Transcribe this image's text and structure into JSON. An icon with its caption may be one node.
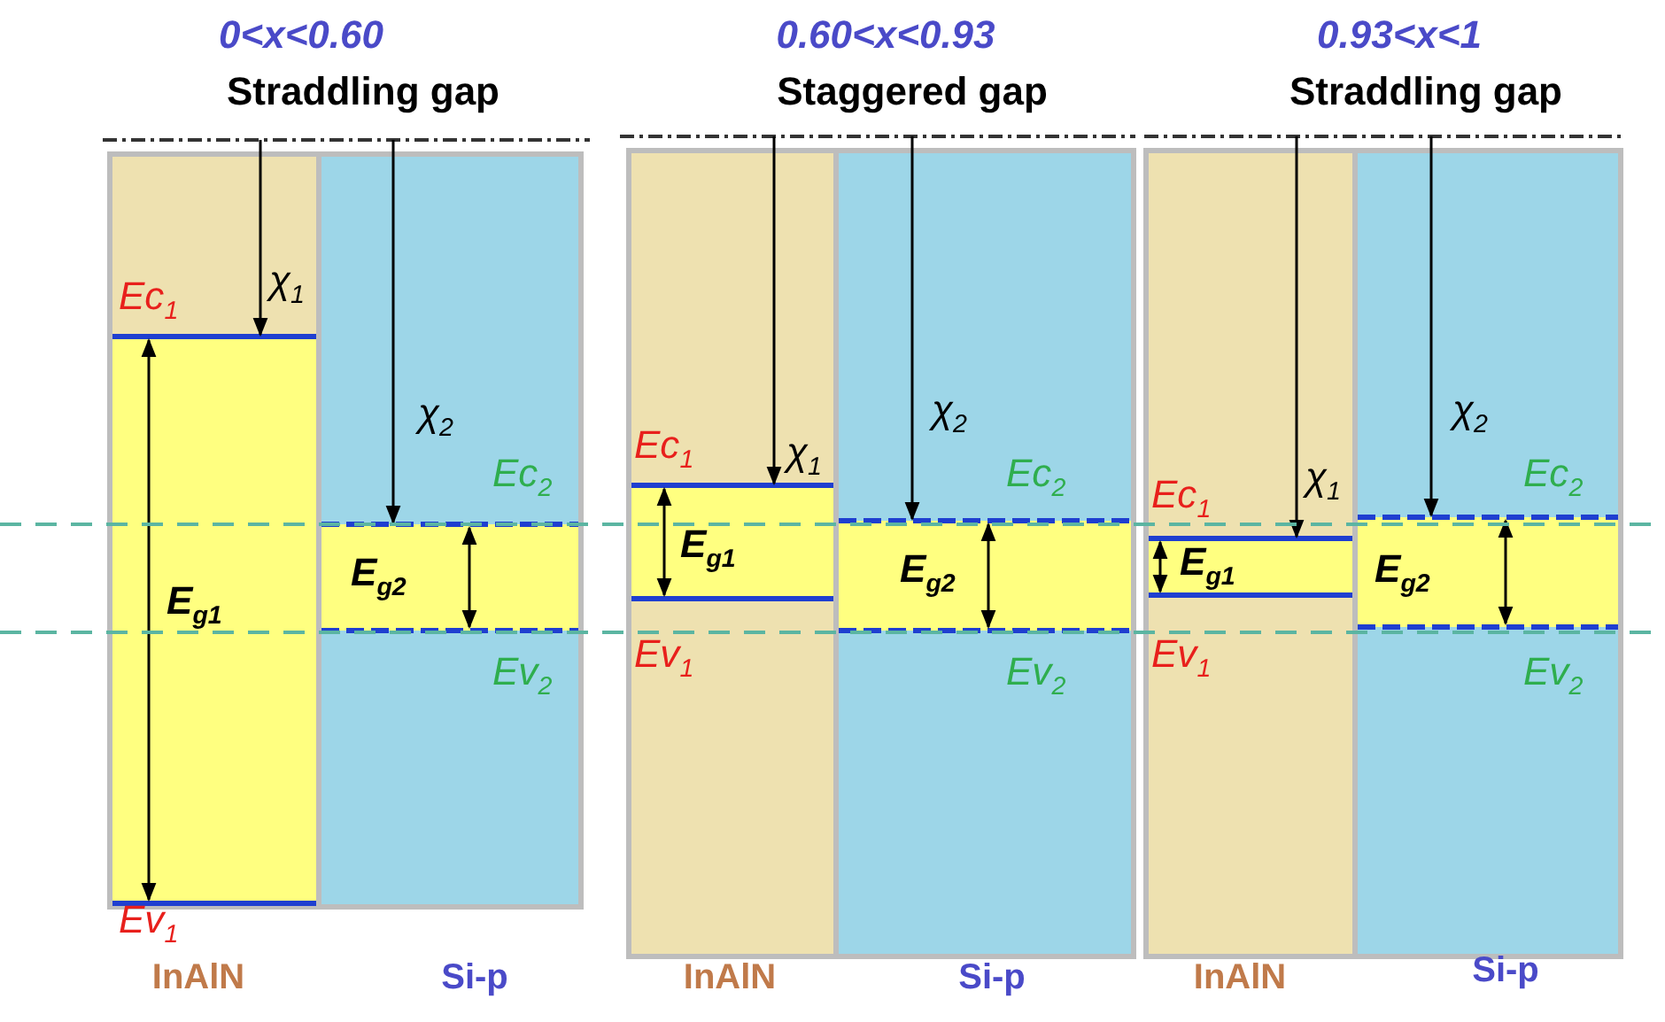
{
  "diagram": {
    "labels": [
      "0<x<0.60",
      "0.60<x<0.93",
      "0.93<x<1",
      "Straddling gap",
      "Staggered gap",
      "Straddling gap",
      "Ec$_{1}$",
      "χ$_{1}$",
      "χ$_{2}$",
      "Ec$_{2}$",
      "E$_{g1}$",
      "E$_{g2}$",
      "Ev$_{2}$",
      "Ev$_{1}$",
      "Ec$_{1}$",
      "χ$_{1}$",
      "χ$_{2}$",
      "Ec$_{2}$",
      "E$_{g1}$",
      "E$_{g2}$",
      "Ev$_{1}$",
      "Ev$_{2}$",
      "Ec$_{1}$",
      "χ$_{1}$",
      "χ$_{2}$",
      "Ec$_{2}$",
      "E$_{g1}$",
      "E$_{g2}$",
      "Ev$_{1}$",
      "Ev$_{2}$",
      "InAlN",
      "Si-p",
      "InAlN",
      "Si-p",
      "InAlN",
      "Si-p"
    ]
  }
}
